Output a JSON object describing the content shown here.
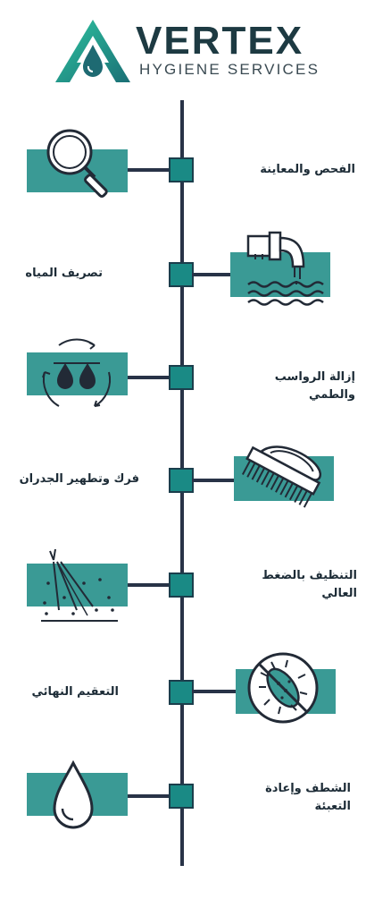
{
  "brand": {
    "name": "VERTEX",
    "tagline": "HYGIENE SERVICES",
    "colors": {
      "dark": "#1d3a42",
      "teal": "#3a9a95",
      "node": "#1a8a85",
      "line": "#283347"
    }
  },
  "steps": [
    {
      "label": "الفحص والمعاينة",
      "icon": "magnifier-icon"
    },
    {
      "label": "تصريف المياه",
      "icon": "water-drain-icon"
    },
    {
      "label": "إزالة الرواسب والطمي",
      "icon": "sediment-drops-icon"
    },
    {
      "label": "فرك وتطهير الجدران",
      "icon": "scrub-brush-icon"
    },
    {
      "label": "التنظيف بالضغط العالي",
      "icon": "pressure-spray-icon"
    },
    {
      "label": "التعقيم النهائي",
      "icon": "no-germ-icon"
    },
    {
      "label": "الشطف وإعادة التعبئة",
      "icon": "water-drop-icon"
    }
  ]
}
